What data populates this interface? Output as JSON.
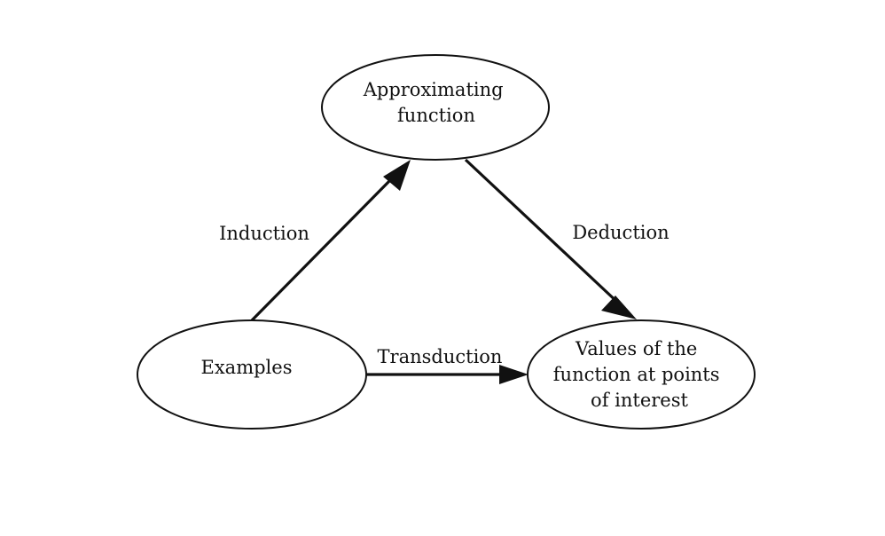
{
  "nodes": {
    "approximating_function": {
      "lines": [
        "Approximating",
        "function"
      ]
    },
    "examples": {
      "lines": [
        "Examples"
      ]
    },
    "values": {
      "lines": [
        "Values of the",
        "function at points",
        "of interest"
      ]
    }
  },
  "edges": {
    "induction": {
      "label": "Induction"
    },
    "deduction": {
      "label": "Deduction"
    },
    "transduction": {
      "label": "Transduction"
    }
  }
}
